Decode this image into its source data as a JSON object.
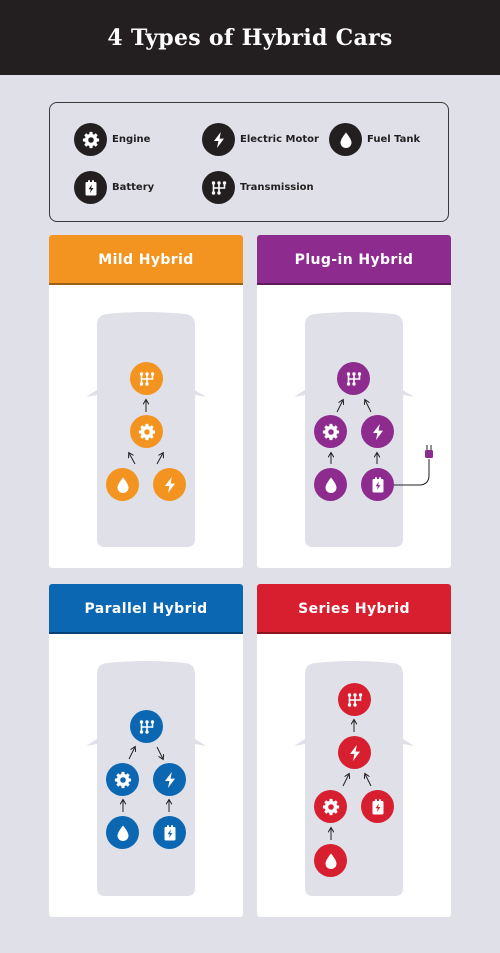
{
  "title": "4 Types of Hybrid Cars",
  "legend": [
    {
      "icon": "gear-icon",
      "label": "Engine"
    },
    {
      "icon": "bolt-icon",
      "label": "Electric Motor"
    },
    {
      "icon": "drop-icon",
      "label": "Fuel Tank"
    },
    {
      "icon": "battery-icon",
      "label": "Battery"
    },
    {
      "icon": "shift-icon",
      "label": "Transmission"
    }
  ],
  "panels": [
    {
      "title": "Mild Hybrid",
      "color": "#f39420"
    },
    {
      "title": "Plug-in Hybrid",
      "color": "#8e2b8e"
    },
    {
      "title": "Parallel Hybrid",
      "color": "#0b67b2"
    },
    {
      "title": "Series Hybrid",
      "color": "#d71f30"
    }
  ],
  "colors": {
    "legend_icon": "#231f20",
    "car_body": "#dfe0e8",
    "arrow": "#231f20"
  }
}
